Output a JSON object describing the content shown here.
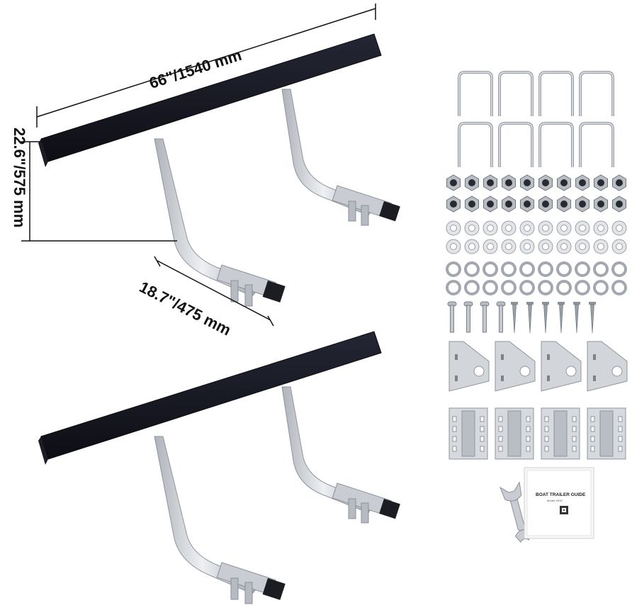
{
  "dimensions": {
    "length": "66\"/1540 mm",
    "height": "22.6\"/575 mm",
    "depth": "18.7\"/475 mm"
  },
  "manual": {
    "title": "BOAT TRAILER GUIDE",
    "model": "Model: BOG"
  },
  "colors": {
    "carpet": "#15161f",
    "steel": "#d4d7dc",
    "steel_dark": "#9aa0a8",
    "dimension_line": "#111111"
  },
  "hardware": {
    "u_bolts": 8,
    "hex_nuts": 20,
    "flat_washers": 20,
    "lock_washers": 20,
    "carriage_bolts": 4,
    "wood_screws": 6,
    "angle_brackets": 4,
    "u_brackets": 4,
    "wrench_icon": "wrench-icon"
  }
}
